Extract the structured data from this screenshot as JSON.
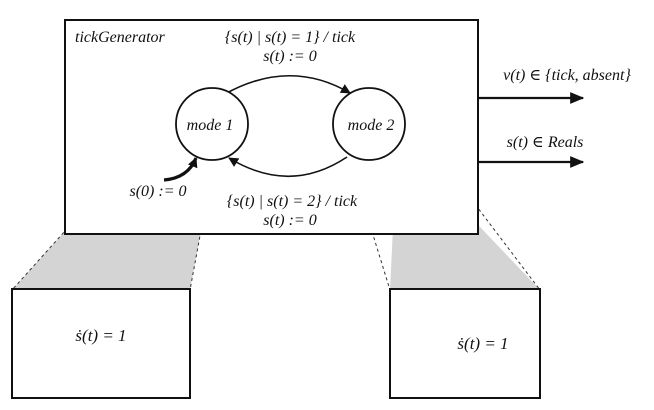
{
  "diagram": {
    "actor": {
      "name": "tickGenerator",
      "outputs": [
        {
          "label": "v(t) ∈ {tick, absent}"
        },
        {
          "label": "s(t) ∈ Reals"
        }
      ]
    },
    "states": [
      {
        "id": "mode1",
        "label": "mode 1"
      },
      {
        "id": "mode2",
        "label": "mode 2"
      }
    ],
    "transitions": [
      {
        "from": "mode1",
        "to": "mode2",
        "guard_output": "{s(t) | s(t) = 1} / tick",
        "action": "s(t) := 0"
      },
      {
        "from": "mode2",
        "to": "mode1",
        "guard_output": "{s(t) | s(t) = 2} / tick",
        "action": "s(t) := 0"
      }
    ],
    "initial": {
      "state": "mode1",
      "label": "s(0) := 0"
    },
    "refinements": [
      {
        "state": "mode1",
        "dynamics": "ṡ(t) = 1"
      },
      {
        "state": "mode2",
        "dynamics": "ṡ(t) = 1"
      }
    ]
  }
}
